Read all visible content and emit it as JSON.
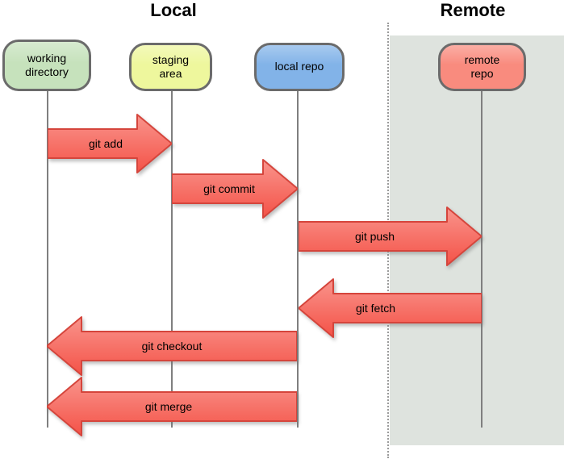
{
  "headers": {
    "local": "Local",
    "remote": "Remote"
  },
  "nodes": [
    {
      "id": "working-directory",
      "label": "working\ndirectory",
      "fill": "#c6e2bc"
    },
    {
      "id": "staging-area",
      "label": "staging\narea",
      "fill": "#eef79d"
    },
    {
      "id": "local-repo",
      "label": "local repo",
      "fill": "#82b3e8"
    },
    {
      "id": "remote-repo",
      "label": "remote\nrepo",
      "fill": "#f98b7e"
    }
  ],
  "arrows": [
    {
      "label": "git add",
      "from": "working directory",
      "to": "staging area",
      "direction": "right"
    },
    {
      "label": "git commit",
      "from": "staging area",
      "to": "local repo",
      "direction": "right"
    },
    {
      "label": "git push",
      "from": "local repo",
      "to": "remote repo",
      "direction": "right"
    },
    {
      "label": "git fetch",
      "from": "remote repo",
      "to": "local repo",
      "direction": "left"
    },
    {
      "label": "git checkout",
      "from": "local repo",
      "to": "working directory",
      "direction": "left"
    },
    {
      "label": "git merge",
      "from": "local repo",
      "to": "working directory",
      "direction": "left"
    }
  ],
  "colors": {
    "arrow_fill_top": "#f9948c",
    "arrow_fill_bottom": "#f45247",
    "arrow_border": "#d5453c",
    "node_border": "#6b6b6b",
    "lane_line": "#7f7f7f",
    "remote_panel_background": "#dee3de",
    "separator_dotted": "#9a9a9a"
  }
}
